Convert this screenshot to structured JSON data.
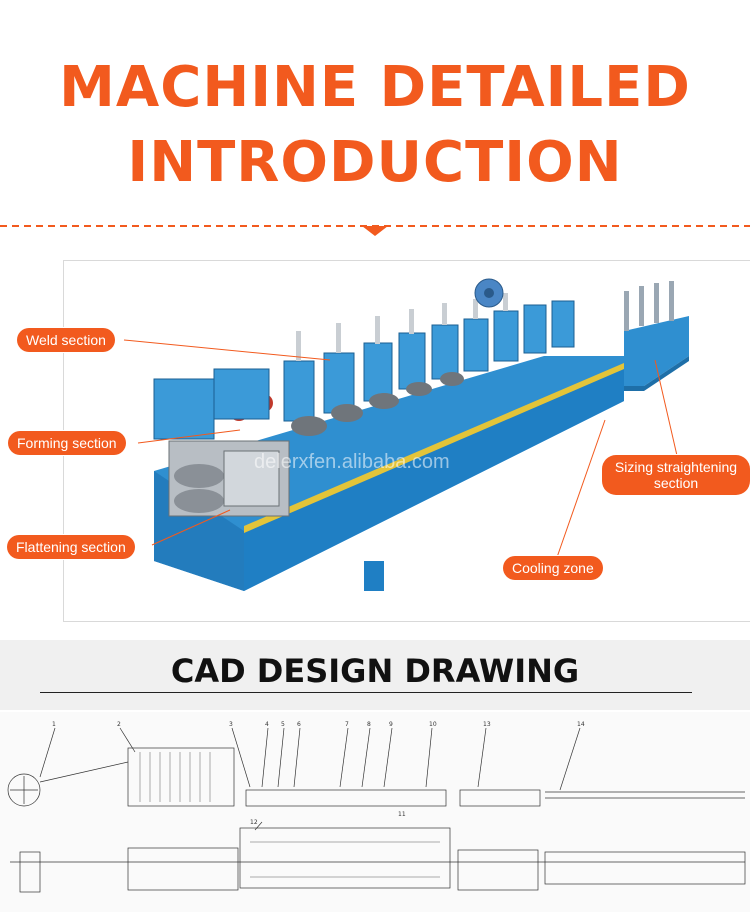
{
  "header": {
    "title_line1": "MACHINE DETAILED",
    "title_line2": "INTRODUCTION",
    "accent_color": "#f25a1e"
  },
  "machine_photo": {
    "watermark": "delerxfen.alibaba.com",
    "callouts": {
      "weld": "Weld section",
      "forming": "Forming section",
      "flattening": "Flattening section",
      "cooling": "Cooling zone",
      "sizing": "Sizing straightening section"
    },
    "machine_color": "#2f8fd0"
  },
  "cad": {
    "title": "CAD DESIGN DRAWING",
    "part_numbers": [
      "1",
      "2",
      "3",
      "4",
      "5",
      "6",
      "7",
      "8",
      "9",
      "10",
      "11",
      "13",
      "14",
      "12"
    ]
  }
}
